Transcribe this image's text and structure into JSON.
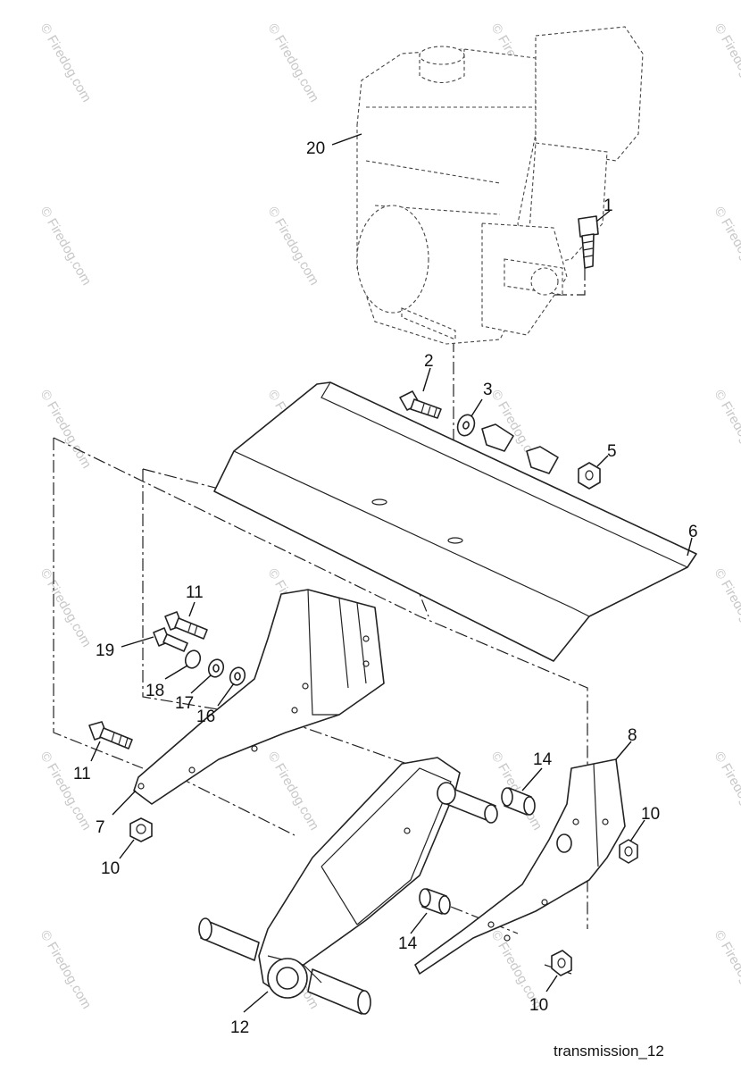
{
  "caption": "transmission_12",
  "watermark": "© Firedog.com",
  "callouts": [
    {
      "id": "20",
      "text": "20"
    },
    {
      "id": "1",
      "text": "1"
    },
    {
      "id": "2",
      "text": "2"
    },
    {
      "id": "3",
      "text": "3"
    },
    {
      "id": "5",
      "text": "5"
    },
    {
      "id": "6",
      "text": "6"
    },
    {
      "id": "11a",
      "text": "11"
    },
    {
      "id": "19",
      "text": "19"
    },
    {
      "id": "18",
      "text": "18"
    },
    {
      "id": "17",
      "text": "17"
    },
    {
      "id": "16",
      "text": "16"
    },
    {
      "id": "11b",
      "text": "11"
    },
    {
      "id": "7",
      "text": "7"
    },
    {
      "id": "10a",
      "text": "10"
    },
    {
      "id": "14a",
      "text": "14"
    },
    {
      "id": "8",
      "text": "8"
    },
    {
      "id": "10b",
      "text": "10"
    },
    {
      "id": "14b",
      "text": "14"
    },
    {
      "id": "12",
      "text": "12"
    },
    {
      "id": "10c",
      "text": "10"
    }
  ]
}
